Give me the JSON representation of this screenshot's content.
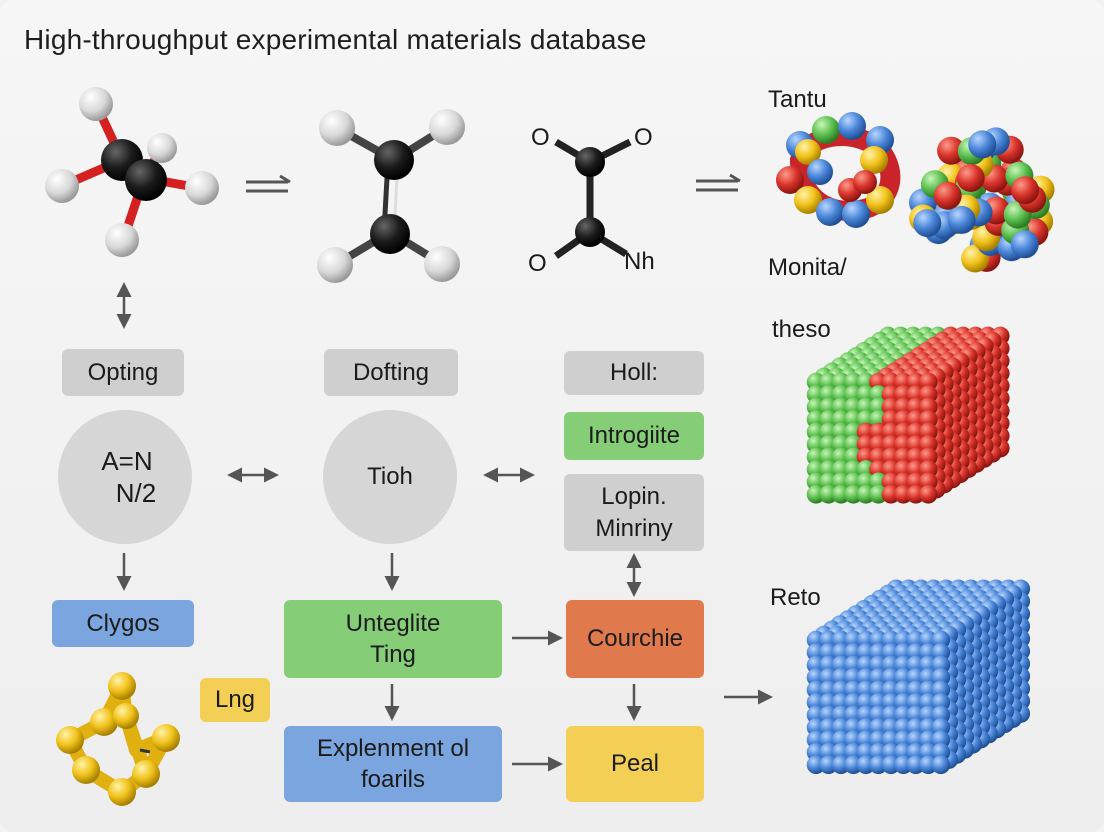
{
  "title": "High-throughput experimental materials database",
  "molecule_labels": {
    "o1": "O",
    "o2": "O",
    "o3": "O",
    "n1": "Nh"
  },
  "cluster_labels": {
    "tantu": "Tantu",
    "monita": "Monita/",
    "theso": "theso",
    "reto": "Reto"
  },
  "nodes": {
    "opting": "Opting",
    "dofting": "Dofting",
    "holl": "Holl:",
    "formula_top": "A=N",
    "formula_bottom": "N/2",
    "tioh": "Tioh",
    "introgiite": "Introgiite",
    "lopin_line1": "Lopin.",
    "lopin_line2": "Minriny",
    "clygos": "Clygos",
    "unteglite_line1": "Unteglite",
    "unteglite_line2": "Ting",
    "courchie": "Courchie",
    "lng": "Lng",
    "explenment_line1": "Explenment ol",
    "explenment_line2": "foarils",
    "peal": "Peal"
  },
  "colors": {
    "gray_box": "#cfcfcf",
    "green_box": "#86cd78",
    "blue_box": "#7ba5de",
    "orange_box": "#e07a4d",
    "yellow_box": "#f4cf55",
    "circle": "#d6d6d6",
    "atom_white": "#e6e6e6",
    "atom_black": "#1c1c1c",
    "bond_red": "#d42020",
    "sphere_red": "#d9342b",
    "sphere_green": "#5cc04f",
    "sphere_blue": "#4a86d8",
    "sphere_yellow": "#f1c21b"
  }
}
